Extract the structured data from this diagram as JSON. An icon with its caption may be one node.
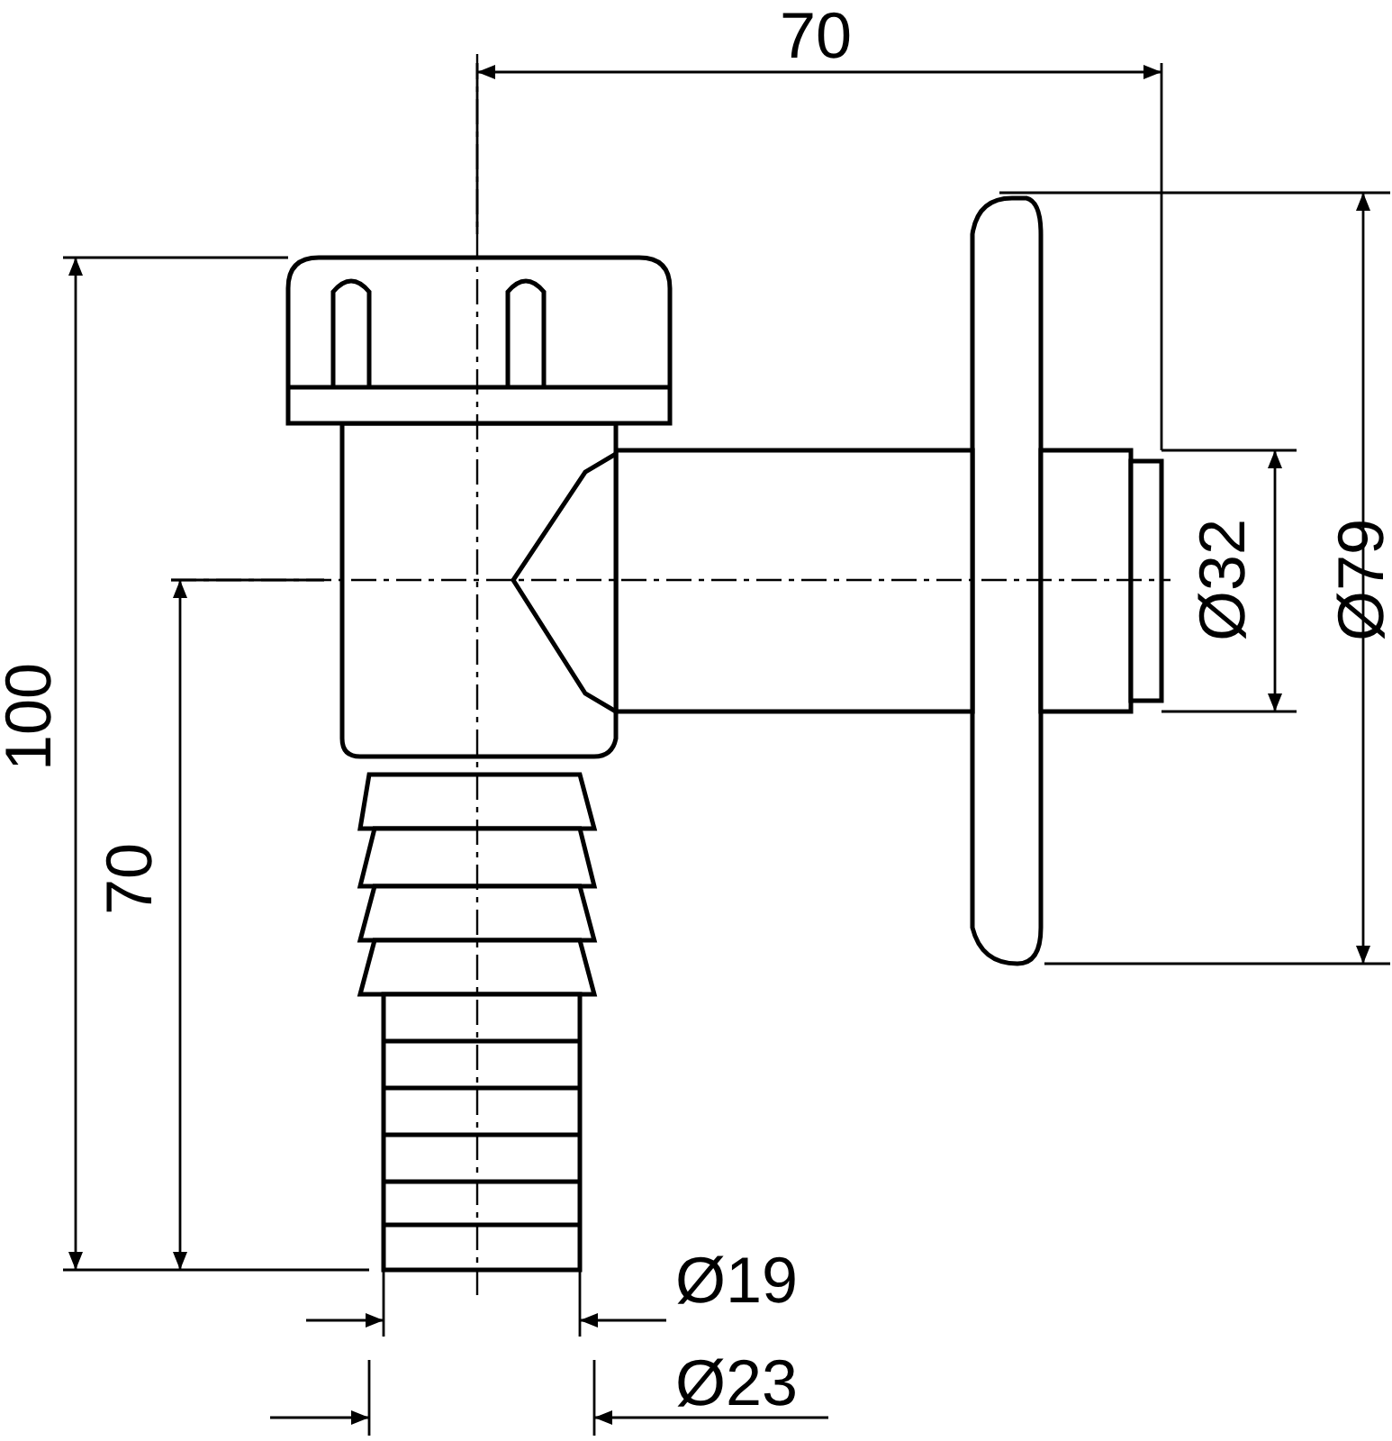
{
  "diagram": {
    "labels": [
      "70",
      "100",
      "Ø32",
      "Ø79",
      "70",
      "Ø19",
      "Ø23"
    ]
  }
}
